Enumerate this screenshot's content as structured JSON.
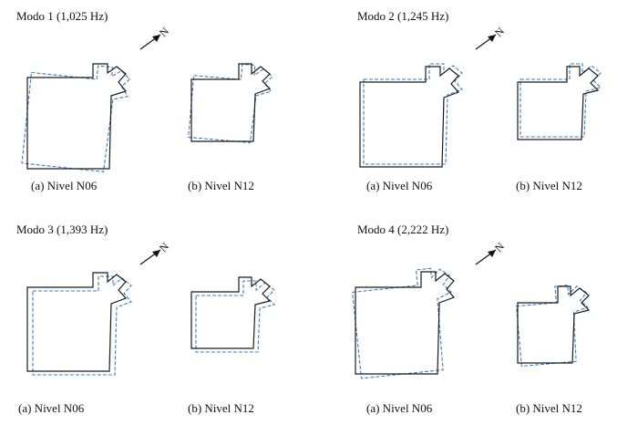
{
  "north_label": "N",
  "colors": {
    "original": "#1a1a1a",
    "deformed": "#3a7fc0"
  },
  "panels": [
    {
      "title": "Modo 1 (1,025 Hz)",
      "captions": [
        "(a) Nivel N06",
        "(b) Nivel N12"
      ]
    },
    {
      "title": "Modo 2 (1,245 Hz)",
      "captions": [
        "(a) Nivel N06",
        "(b) Nivel N12"
      ]
    },
    {
      "title": "Modo 3 (1,393 Hz)",
      "captions": [
        "(a) Nivel N06",
        "(b) Nivel N12"
      ]
    },
    {
      "title": "Modo 4 (2,222 Hz)",
      "captions": [
        "(a) Nivel N06",
        "(b) Nivel N12"
      ]
    }
  ]
}
